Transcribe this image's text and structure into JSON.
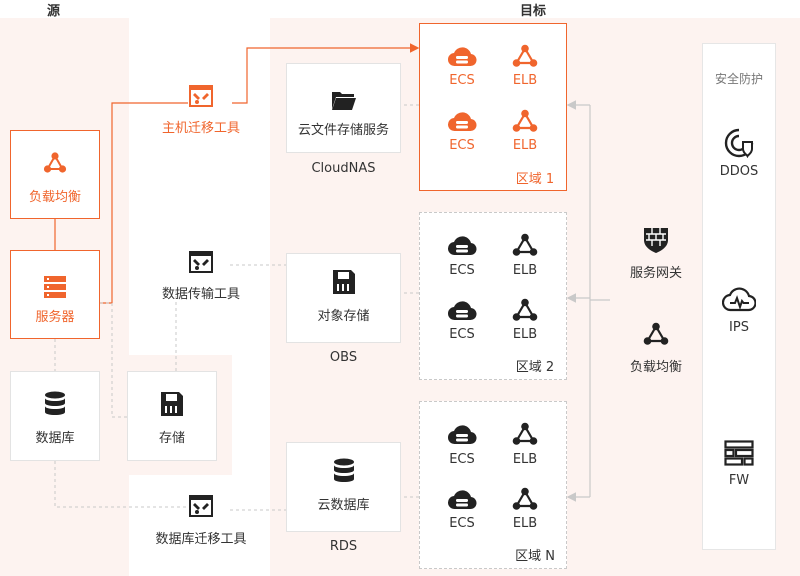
{
  "headers": {
    "source": "源",
    "target": "目标"
  },
  "source": {
    "load_balancer": "负载均衡",
    "server": "服务器",
    "database": "数据库",
    "storage": "存储"
  },
  "tools": {
    "host_migration": "主机迁移工具",
    "data_transfer": "数据传输工具",
    "db_migration": "数据库迁移工具"
  },
  "services": {
    "cloudnas_label": "云文件存储服务",
    "cloudnas_caption": "CloudNAS",
    "obs_label": "对象存储",
    "obs_caption": "OBS",
    "rds_label": "云数据库",
    "rds_caption": "RDS"
  },
  "regions": [
    {
      "name": "区域 1",
      "ecs1": "ECS",
      "elb1": "ELB",
      "ecs2": "ECS",
      "elb2": "ELB"
    },
    {
      "name": "区域 2",
      "ecs1": "ECS",
      "elb1": "ELB",
      "ecs2": "ECS",
      "elb2": "ELB"
    },
    {
      "name": "区域 N",
      "ecs1": "ECS",
      "elb1": "ELB",
      "ecs2": "ECS",
      "elb2": "ELB"
    }
  ],
  "gateway": {
    "service_gateway": "服务网关",
    "load_balancer": "负载均衡"
  },
  "security": {
    "title": "安全防护",
    "ddos": "DDOS",
    "ips": "IPS",
    "fw": "FW"
  },
  "colors": {
    "accent": "#f0652d",
    "dark": "#333333",
    "source_bg": "#fdf3f0"
  }
}
